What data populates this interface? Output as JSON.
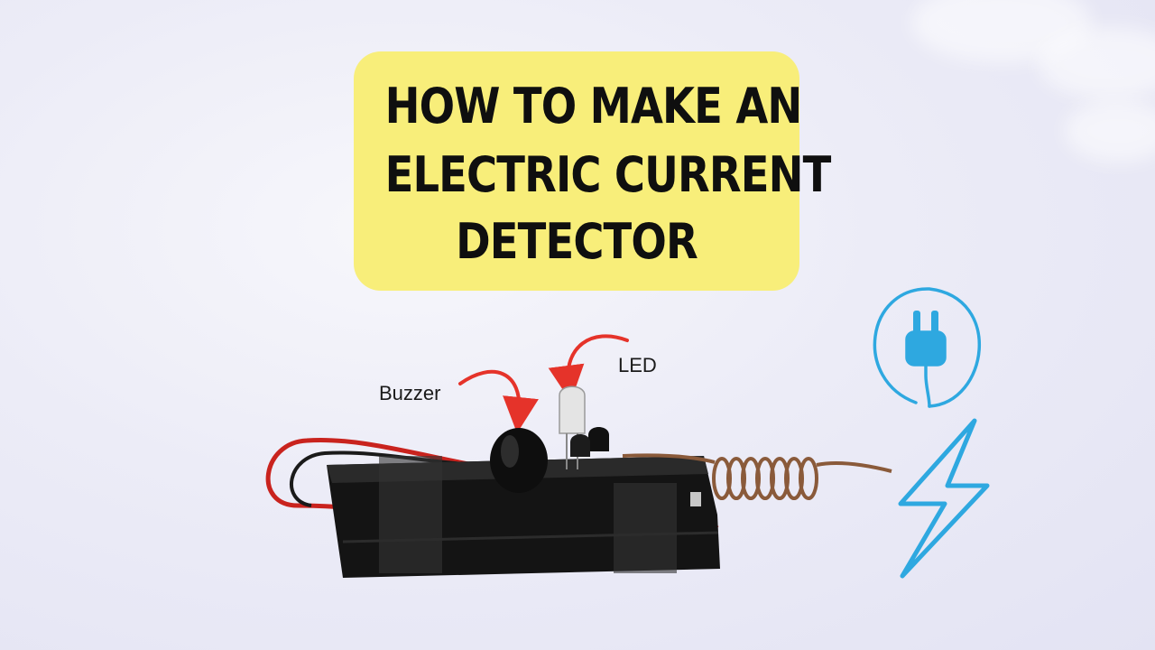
{
  "title": {
    "line1": "HOW TO MAKE AN",
    "line2": "ELECTRIC CURRENT",
    "line3": "DETECTOR"
  },
  "labels": {
    "buzzer": "Buzzer",
    "led": "LED"
  },
  "colors": {
    "title_bg": "#f8ee7a",
    "arrow": "#e5332a",
    "icon_blue": "#2ea8e0"
  },
  "icons": [
    "plug-icon",
    "lightning-bolt-icon"
  ]
}
